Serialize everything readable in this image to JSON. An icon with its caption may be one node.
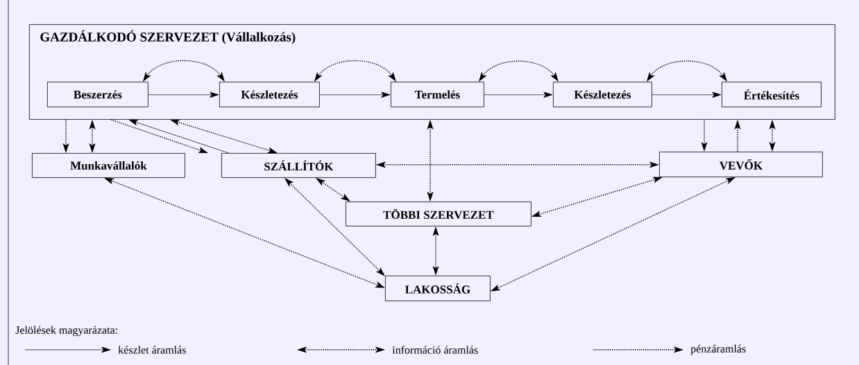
{
  "diagram": {
    "nodes": [
      {
        "text": [
          "GAZDÁLKODÓ SZERVEZET (Vállalkozás)"
        ]
      },
      {
        "text": [
          "Beszerzés"
        ],
        "in": 0
      },
      {
        "text": [
          "Készletezés"
        ],
        "in": 0
      },
      {
        "text": [
          "Termelés"
        ],
        "in": 0
      },
      {
        "text": [
          "Készletezés"
        ],
        "in": 0
      },
      {
        "text": [
          "Értékesítés"
        ],
        "in": 0
      },
      {
        "text": [
          "Munkavállalók"
        ]
      },
      {
        "text": [
          "SZÁLLÍTÓK"
        ]
      },
      {
        "text": [
          "VEVŐK"
        ]
      },
      {
        "text": [
          "TÖBBI SZERVEZET"
        ]
      },
      {
        "text": [
          "LAKOSSÁG"
        ]
      }
    ],
    "edges": [
      {
        "from": 1,
        "to": 2,
        "arrow": "to"
      },
      {
        "from": 2,
        "to": 3,
        "arrow": "to"
      },
      {
        "from": 3,
        "to": 4,
        "arrow": "to"
      },
      {
        "from": 4,
        "to": 5,
        "arrow": "to"
      },
      {
        "from": 1,
        "to": 2,
        "arrow": "both",
        "style": "dashed"
      },
      {
        "from": 2,
        "to": 3,
        "arrow": "both",
        "style": "dashed"
      },
      {
        "from": 3,
        "to": 4,
        "arrow": "both",
        "style": "dashed"
      },
      {
        "from": 4,
        "to": 5,
        "arrow": "both",
        "style": "dashed"
      },
      {
        "from": 0,
        "to": 6,
        "arrow": "to",
        "style": "dashed"
      },
      {
        "from": 0,
        "to": 6,
        "arrow": "both",
        "style": "dashed"
      },
      {
        "from": 0,
        "to": 7,
        "arrow": "to",
        "style": "dashed"
      },
      {
        "from": 7,
        "to": 0,
        "arrow": "to"
      },
      {
        "from": 0,
        "to": 7,
        "arrow": "both",
        "style": "dashed"
      },
      {
        "from": 0,
        "to": 9,
        "arrow": "both",
        "style": "dashed"
      },
      {
        "from": 7,
        "to": 8,
        "arrow": "both",
        "style": "dashed"
      },
      {
        "from": 0,
        "to": 8,
        "arrow": "to"
      },
      {
        "from": 8,
        "to": 0,
        "arrow": "to",
        "style": "dashed"
      },
      {
        "from": 0,
        "to": 8,
        "arrow": "both",
        "style": "dashed"
      },
      {
        "from": 7,
        "to": 9,
        "arrow": "both",
        "style": "dashed"
      },
      {
        "from": 7,
        "to": 10,
        "arrow": "both",
        "style": "dashed"
      },
      {
        "from": 6,
        "to": 10,
        "arrow": "both",
        "style": "dashed"
      },
      {
        "from": 8,
        "to": 9,
        "arrow": "both",
        "style": "dashed"
      },
      {
        "from": 8,
        "to": 10,
        "arrow": "both",
        "style": "dashed"
      },
      {
        "from": 9,
        "to": 10,
        "arrow": "both"
      }
    ],
    "labels": [
      "Jelölések magyarázata:"
    ],
    "legend": [
      {
        "text": "készlet áramlás"
      },
      {
        "text": "információ áramlás"
      },
      {
        "text": "pénzáramlás"
      }
    ]
  }
}
